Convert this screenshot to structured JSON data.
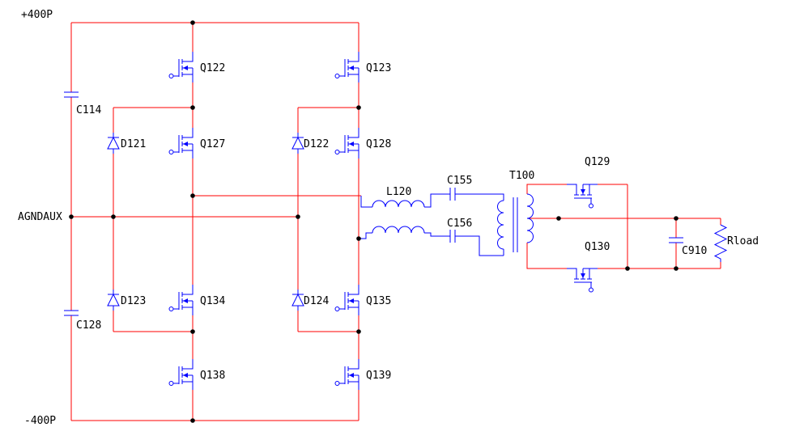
{
  "schematic": {
    "nets": {
      "positive_rail": "+400P",
      "negative_rail": "-400P",
      "aux_ground": "AGNDAUX"
    },
    "components": {
      "C114": "C114",
      "C128": "C128",
      "D121": "D121",
      "D122": "D122",
      "D123": "D123",
      "D124": "D124",
      "Q122": "Q122",
      "Q123": "Q123",
      "Q127": "Q127",
      "Q128": "Q128",
      "Q134": "Q134",
      "Q135": "Q135",
      "Q138": "Q138",
      "Q139": "Q139",
      "L120": "L120",
      "C155": "C155",
      "C156": "C156",
      "T100": "T100",
      "Q129": "Q129",
      "Q130": "Q130",
      "C910": "C910",
      "Rload": "Rload"
    }
  },
  "colors": {
    "wire": "#ff0000",
    "symbol": "#0000ff",
    "label": "#000000",
    "junction": "#000000",
    "background": "#ffffff"
  }
}
